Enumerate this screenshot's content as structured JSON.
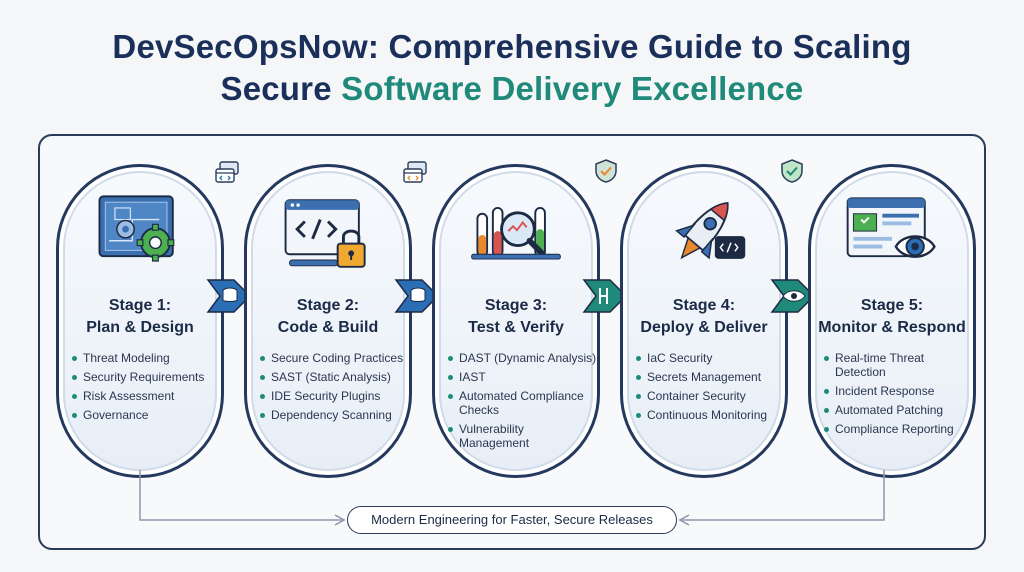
{
  "title": {
    "line1": "DevSecOpsNow: Comprehensive Guide to Scaling",
    "line2_plain": "Secure",
    "line2_accent": "Software Delivery Excellence"
  },
  "colors": {
    "navy": "#1b2f5b",
    "teal": "#1f8a7a",
    "blue": "#2a6fb5",
    "orange": "#e8892c",
    "green": "#4caf50",
    "red": "#d9534f"
  },
  "stages": [
    {
      "title": "Stage 1:",
      "subtitle": "Plan & Design",
      "icon": "blueprint-gear-icon",
      "items": [
        "Threat Modeling",
        "Security Requirements",
        "Risk Assessment",
        "Governance"
      ]
    },
    {
      "title": "Stage 2:",
      "subtitle": "Code & Build",
      "icon": "code-window-lock-icon",
      "items": [
        "Secure Coding Practices",
        "SAST (Static Analysis)",
        "IDE Security Plugins",
        "Dependency Scanning"
      ]
    },
    {
      "title": "Stage 3:",
      "subtitle": "Test & Verify",
      "icon": "test-tubes-magnifier-icon",
      "items": [
        "DAST (Dynamic Analysis)",
        "IAST",
        "Automated Compliance Checks",
        "Vulnerability Management"
      ]
    },
    {
      "title": "Stage 4:",
      "subtitle": "Deploy & Deliver",
      "icon": "rocket-icon",
      "items": [
        "IaC Security",
        "Secrets Management",
        "Container Security",
        "Continuous Monitoring"
      ]
    },
    {
      "title": "Stage 5:",
      "subtitle": "Monitor & Respond",
      "icon": "dashboard-eye-icon",
      "items": [
        "Real-time Threat Detection",
        "Incident Response",
        "Automated Patching",
        "Compliance Reporting"
      ]
    }
  ],
  "connectors": [
    "database-arrow-icon",
    "database-arrow-icon",
    "pipeline-arrow-icon",
    "eye-arrow-icon"
  ],
  "footer": "Modern Engineering for Faster, Secure Releases"
}
